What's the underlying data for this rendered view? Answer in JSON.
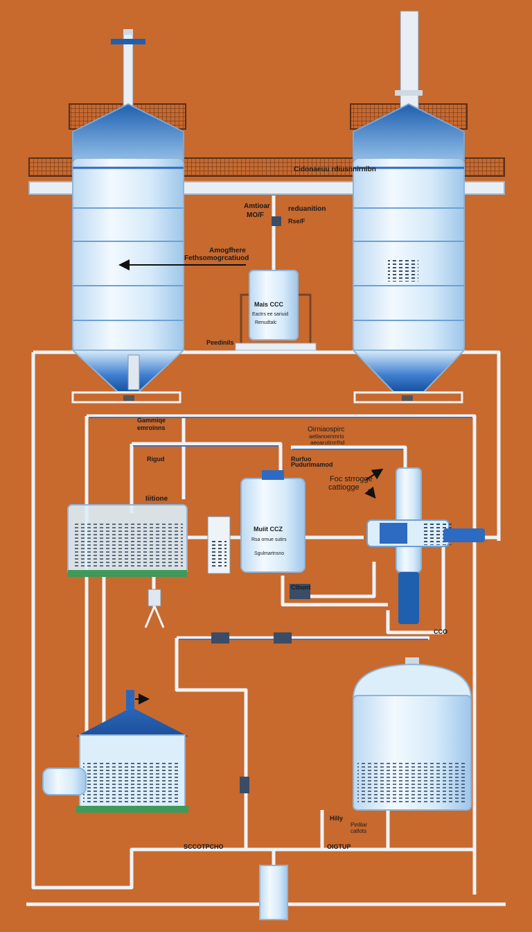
{
  "colors": {
    "background": "#c8692e",
    "pipe": "#e8eef4",
    "tank_light": "#dceefa",
    "tank_blue": "#1f5fb0",
    "frame_brown": "#7a4426",
    "base_green": "#3f9a5a"
  },
  "labels": {
    "top_center_header": "Cidonaeuu rdiusnnirnibn",
    "amount_left": "Amtioar",
    "amount_left_2": "MO/F",
    "amount_right": "reduanition",
    "amount_right_2": "Rse/F",
    "arrow_label_1": "Amogfhere",
    "arrow_label_2": "Fethsomogrcatiuod",
    "vessel_top_1": "Mais CCC",
    "vessel_top_2": "Eactrs ee sariuid",
    "vessel_top_3": "Renudtalc",
    "pedestal": "Peedinils",
    "mid_left_1": "Gammiqe",
    "mid_left_2": "emroinns",
    "mid_left_3": "Rigud",
    "mid_left_4": "Iiitione",
    "mid_center_1": "Oirniaospirc",
    "mid_center_2": "aetlanoenmrio",
    "mid_center_3": "aeoarutinrrlhd",
    "mid_center_4": "Rurfuo",
    "mid_center_5": "Pudurimamod",
    "storage_1": "Foc strrogge",
    "storage_2": "cattiogge",
    "vessel_mid_1": "Muiit CCZ",
    "vessel_mid_2": "Rsa omue sutirs",
    "vessel_mid_3": "Sgulmartnsno",
    "cabinet": "Cibunt",
    "co_label": "CCO",
    "bottom_left": "SCCOTPCHO",
    "bottom_right": "OIGTUP",
    "right_tank_1": "Hilly",
    "right_tank_2": "Pinlilar",
    "right_tank_3": "catlots"
  }
}
